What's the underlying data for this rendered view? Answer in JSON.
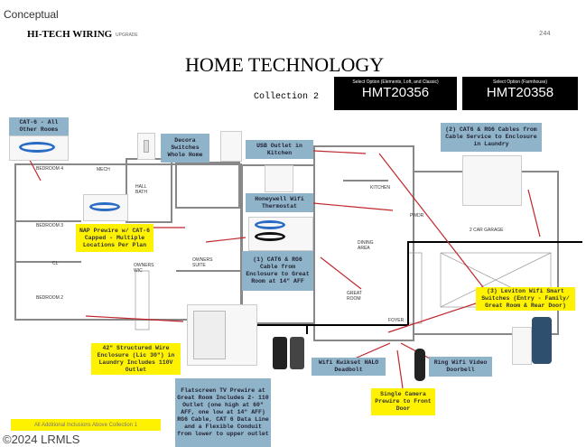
{
  "header": {
    "conceptual": "Conceptual",
    "title": "HI-TECH WIRING",
    "upgrade": "UPGRADE",
    "page_number": "244",
    "main_title": "HOME TECHNOLOGY",
    "collection": "Collection 2"
  },
  "options": [
    {
      "label": "Select Option (Elements, Loft, and Classic)",
      "code": "HMT20356"
    },
    {
      "label": "Select Option (Farmhouse)",
      "code": "HMT20358"
    }
  ],
  "callouts": {
    "cat6": "CAT-6 - All Other Rooms",
    "decora": "Decora Switches Whole Home",
    "usb": "USB Outlet in Kitchen",
    "honeywell": "Honeywell Wifi Thermostat",
    "cat6_rg6_one": "(1) CAT6 & RG6 Cable from Enclosure to Great Room at 14\" AFF",
    "nap": "NAP Prewire w/ CAT-6 Capped - Multiple Locations Per Plan",
    "cat6_rg6_two": "(2) CAT6 & RG6 Cables from Cable Service to Enclosure in Laundry",
    "leviton": "(3) Leviton Wifi Smart Switches (Entry - Family/ Great Room & Rear Door)",
    "enclosure": "42\" Structured Wire Enclosure (Lic 30\") in Laundry Includes 110V Outlet",
    "flatscreen": "Flatscreen TV Prewire at Great Room Includes 2- 110 Outlet (one high at 60\" AFF, one low at 14\" AFF) RG6 Cable, CAT 6 Data Line and a Flexible Conduit from lower to upper outlet",
    "kwikset": "Wifi Kwikset HALO Deadbolt",
    "ring": "Ring Wifi Video Doorbell",
    "camera": "Single Camera Prewire to Front Door",
    "additional": "All Additional Inclusions Above Collection 1"
  },
  "rooms": {
    "bedroom4": "BEDROOM 4",
    "bedroom3": "BEDROOM 3",
    "bedroom2": "BEDROOM 2",
    "mech": "MECH",
    "hall_bath": "HALL BATH",
    "owners_wic": "OWNERS WIC",
    "owners_suite": "OWNERS SUITE",
    "kitchen": "KITCHEN",
    "dining": "DINING AREA",
    "great_room": "GREAT ROOM",
    "garage": "2 CAR GARAGE",
    "powder": "PWDR",
    "foyer": "FOYER",
    "cl": "CL"
  },
  "copyright": "©2024 LRMLS",
  "colors": {
    "blue_box": "#8fb4c9",
    "yellow_box": "#fff200",
    "arrow": "#c0282d"
  }
}
